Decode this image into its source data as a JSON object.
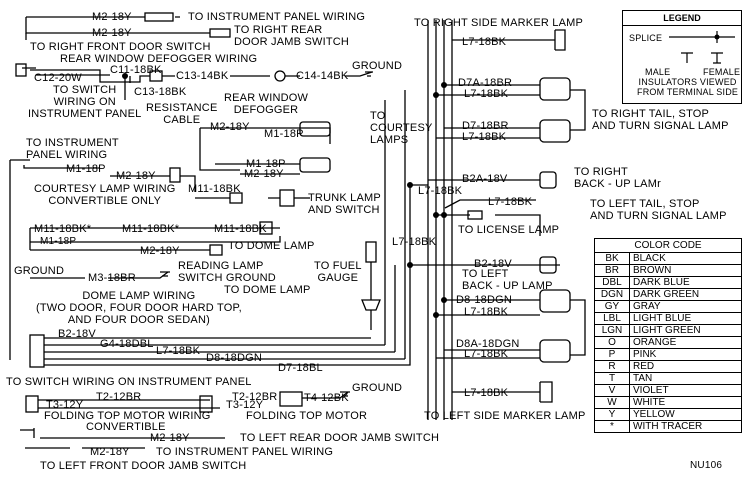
{
  "top": {
    "m2_18y_instr": "M2-18Y",
    "to_instrument_panel_wiring": "TO INSTRUMENT PANEL WIRING",
    "m2_18y_rf": "M2-18Y",
    "to_right_rear_door_jamb_switch": "TO RIGHT REAR\nDOOR JAMB SWITCH",
    "to_right_front_door_switch": "TO RIGHT FRONT DOOR SWITCH",
    "rear_window_defogger_wiring": "REAR WINDOW DEFOGGER WIRING",
    "c11_18bk": "C11-18BK",
    "c12_20w": "C12-20W",
    "c13_14bk": "C13-14BK",
    "c14_14bk": "C14-14BK",
    "ground_top": "GROUND",
    "c13_18bk": "C13-18BK",
    "to_switch_wiring": "TO SWITCH\nWIRING ON\nINSTRUMENT PANEL",
    "resistance_cable": "RESISTANCE\nCABLE",
    "rear_window_defogger": "REAR WINDOW\nDEFOGGER"
  },
  "courtesy": {
    "m2_18y": "M2-18Y",
    "m1_18p": "M1-18P",
    "to_courtesy_lamps": "TO\nCOURTESY\nLAMPS",
    "to_instrument_panel_wiring": "TO INSTRUMENT\nPANEL WIRING",
    "m1_18p_left": "M1-18P",
    "m2_18y_left": "M2-18Y",
    "m1_18p_b": "M1-18P",
    "m2_18y_b": "M2-18Y",
    "courtesy_lamp_wiring": "COURTESY LAMP WIRING\nCONVERTIBLE ONLY",
    "m11_18bk": "M11-18BK",
    "trunk_lamp_switch": "TRUNK LAMP\nAND SWITCH",
    "m11_18bk_a": "M11-18BK*",
    "m11_18bk_b": "M11-18BK*",
    "m11_18bk_c": "M11-18BK",
    "m1_18p_dome": "M1-18P",
    "m2_18y_dome": "M2-18Y",
    "to_dome_lamp": "TO DOME LAMP",
    "ground_mid": "GROUND",
    "m3_18br": "M3-18BR",
    "reading_lamp": "READING LAMP\nSWITCH GROUND",
    "to_dome_lamp_2": "TO DOME LAMP",
    "dome_lamp_wiring": "DOME LAMP WIRING\n(TWO DOOR, FOUR DOOR HARD TOP,\nAND FOUR DOOR SEDAN)",
    "to_fuel_gauge": "TO FUEL\nGAUGE"
  },
  "harness": {
    "b2_18v": "B2-18V",
    "g4_18dbl": "G4-18DBL",
    "l7_18bk": "L7-18BK",
    "d8_18dgn": "D8-18DGN",
    "d7_18bl": "D7-18BL",
    "to_switch_wiring_panel": "TO SWITCH WIRING ON INSTRUMENT PANEL"
  },
  "top_motor": {
    "t2_12br": "T2-12BR",
    "t3_12y": "T3-12Y",
    "t2_12br_r": "T2-12BR",
    "t3_12y_r": "T3-12Y",
    "t4_12bk": "T4-12BK",
    "ground": "GROUND",
    "folding_top_motor_wiring": "FOLDING TOP MOTOR WIRING",
    "convertible": "CONVERTIBLE",
    "folding_top_motor": "FOLDING TOP MOTOR",
    "m2_18y_lr": "M2-18Y",
    "to_left_rear_door_jamb_switch": "TO LEFT REAR DOOR JAMB SWITCH",
    "m2_18y_lf": "M2-18Y",
    "to_instrument_panel_wiring": "TO INSTRUMENT PANEL WIRING",
    "to_left_front_door_jamb_switch": "TO LEFT FRONT DOOR JAMB SWITCH"
  },
  "rear": {
    "to_right_side_marker_lamp": "TO RIGHT SIDE MARKER  LAMP",
    "l7_18bk_1": "L7-18BK",
    "d7a_18br": "D7A-18BR",
    "l7_18bk_2": "L7-18BK",
    "to_right_tail": "TO RIGHT TAIL, STOP\nAND TURN SIGNAL LAMP",
    "d7_18br": "D7-18BR",
    "l7_18bk_3": "L7-18BK",
    "b2a_18v": "B2A-18V",
    "to_right_backup": "TO RIGHT\nBACK - UP LAMr",
    "l7_18bk_v1": "L7-18BK",
    "l7_18bk_lic": "L7-18BK",
    "to_license_lamp": "TO LICENSE LAMP",
    "l7_18bk_v2": "L7-18BK",
    "to_left_tail": "TO LEFT TAIL, STOP\nAND TURN SIGNAL LAMP",
    "b2_18v": "B2-18V",
    "to_left_backup": "TO LEFT\nBACK - UP LAMP",
    "d8_18dgn": "D8-18DGN",
    "l7_18bk_4": "L7-18BK",
    "d8a_18dgn": "D8A-18DGN",
    "l7_18bk_5": "L7-18BK",
    "l7_18bk_6": "L7-18BK",
    "to_left_side_marker_lamp": "TO LEFT SIDE MARKER  LAMP"
  },
  "legend": {
    "title": "LEGEND",
    "splice": "SPLICE",
    "male": "MALE",
    "female": "FEMALE",
    "note": "INSULATORS VIEWED\nFROM TERMINAL SIDE"
  },
  "color_code": {
    "title": "COLOR  CODE",
    "rows": [
      [
        "BK",
        "BLACK"
      ],
      [
        "BR",
        "BROWN"
      ],
      [
        "DBL",
        "DARK BLUE"
      ],
      [
        "DGN",
        "DARK GREEN"
      ],
      [
        "GY",
        "GRAY"
      ],
      [
        "LBL",
        "LIGHT BLUE"
      ],
      [
        "LGN",
        "LIGHT GREEN"
      ],
      [
        "O",
        "ORANGE"
      ],
      [
        "P",
        "PINK"
      ],
      [
        "R",
        "RED"
      ],
      [
        "T",
        "TAN"
      ],
      [
        "V",
        "VIOLET"
      ],
      [
        "W",
        "WHITE"
      ],
      [
        "Y",
        "YELLOW"
      ],
      [
        "*",
        "WITH TRACER"
      ]
    ]
  },
  "figure_id": "NU106"
}
